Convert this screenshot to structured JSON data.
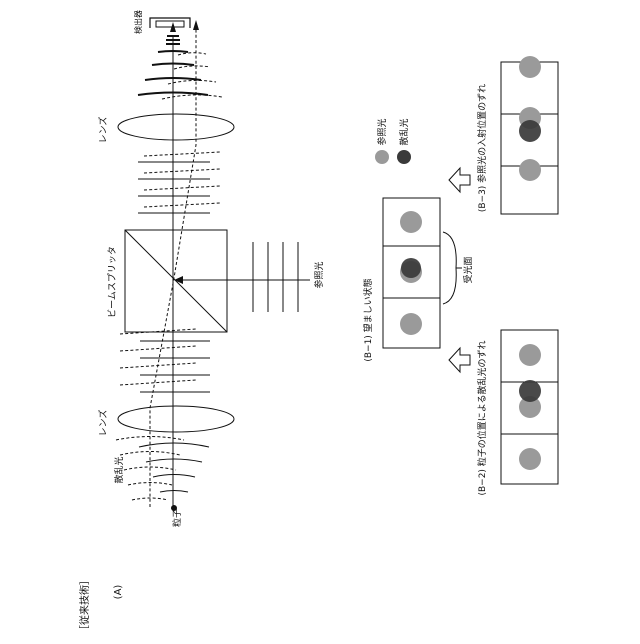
{
  "header": {
    "section_label": "［従来技術］",
    "figure_label": "(A)"
  },
  "optics": {
    "particle_label": "粒子",
    "scattered_light_label": "散乱光",
    "lens1_label": "レンズ",
    "beam_splitter_label": "ビームスプリッタ",
    "reference_light_label": "参照光",
    "lens2_label": "レンズ",
    "detector_label": "検出器"
  },
  "panels": {
    "b1_caption": "(B−1) 望ましい状態",
    "b2_caption": "(B−2) 粒子の位置による散乱光のずれ",
    "b3_caption": "(B−3) 参照光の入射位置のずれ",
    "receiving_surface_label": "受光面"
  },
  "legend": {
    "reference_label": "参照光",
    "scattered_label": "散乱光"
  },
  "colors": {
    "reference_spot": "#9a9a9a",
    "scattered_spot": "#3a3a3a",
    "line": "#111111"
  }
}
